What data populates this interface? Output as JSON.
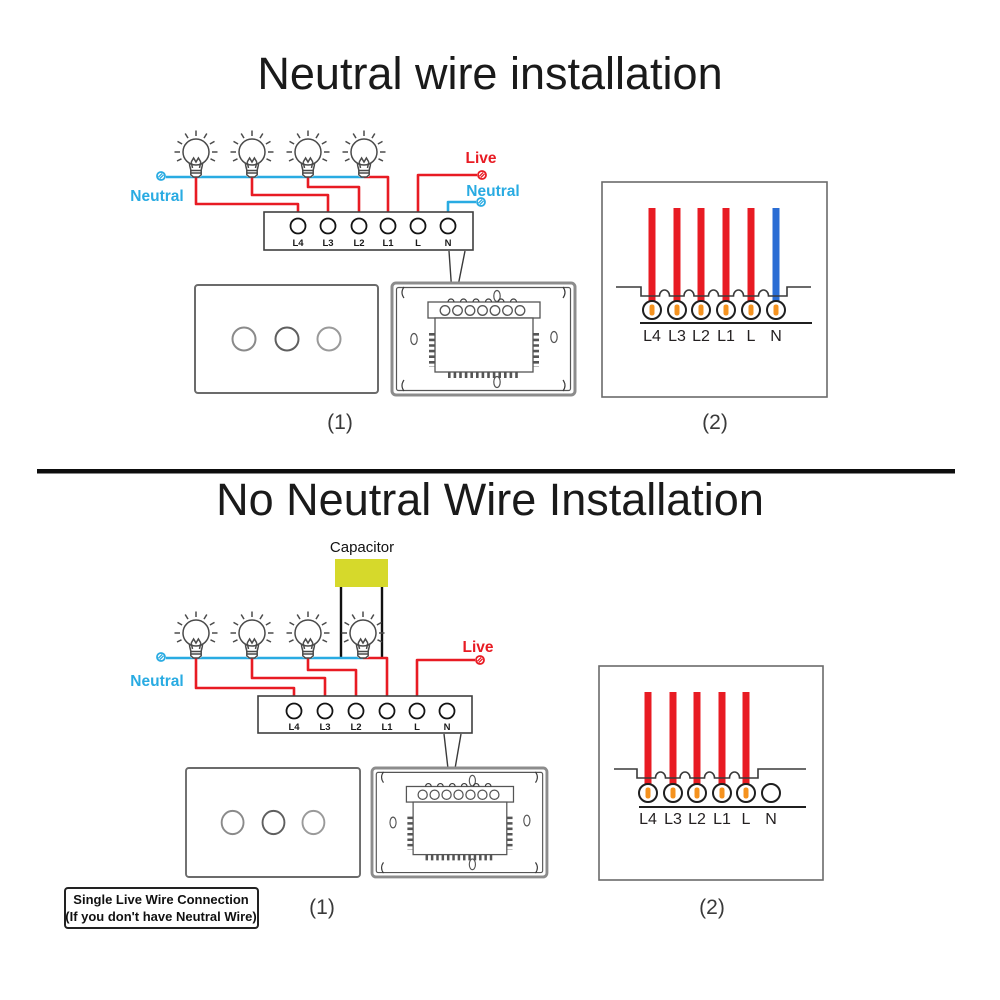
{
  "header": {
    "top_title": "Neutral wire installation",
    "bottom_title": "No Neutral Wire Installation"
  },
  "colors": {
    "live_red": "#e81b23",
    "neutral_blue": "#29abe2",
    "panel_wire_blue": "#2a6dd4",
    "wire_core_orange": "#f5921e",
    "capacitor_yellow": "#d6d92b",
    "ink_black": "#231f20"
  },
  "top_section": {
    "wire_labels": {
      "neutral_left": "Neutral",
      "live": "Live",
      "neutral_right": "Neutral"
    },
    "switch_terminals": [
      "L4",
      "L3",
      "L2",
      "L1",
      "L",
      "N"
    ],
    "panel2_terminals": [
      "L4",
      "L3",
      "L2",
      "L1",
      "L",
      "N"
    ],
    "caption1": "(1)",
    "caption2": "(2)"
  },
  "bottom_section": {
    "capacitor_label": "Capacitor",
    "wire_labels": {
      "neutral_left": "Neutral",
      "live": "Live"
    },
    "switch_terminals": [
      "L4",
      "L3",
      "L2",
      "L1",
      "L",
      "N"
    ],
    "panel2_terminals": [
      "L4",
      "L3",
      "L2",
      "L1",
      "L",
      "N"
    ],
    "caption1": "(1)",
    "caption2": "(2)",
    "note_line1": "Single Live Wire Connection",
    "note_line2": "(If you don't have Neutral Wire)"
  }
}
